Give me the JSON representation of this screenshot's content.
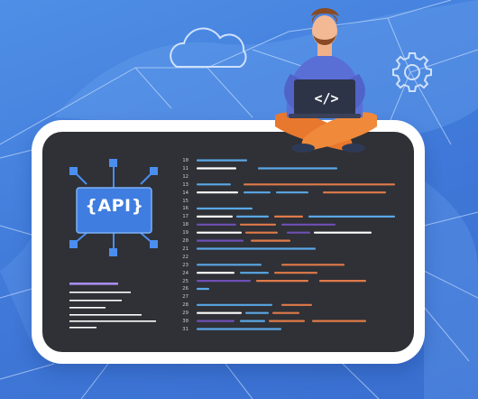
{
  "illustration": {
    "api_label": "{API}",
    "laptop_code_symbol": "</>",
    "line_numbers": [
      "10",
      "11",
      "12",
      "13",
      "14",
      "15",
      "16",
      "17",
      "18",
      "19",
      "20",
      "21",
      "22",
      "23",
      "24",
      "25",
      "26",
      "27",
      "28",
      "29",
      "30",
      "31"
    ],
    "icons": [
      "cloud-icon",
      "gear-icon",
      "api-chip-icon",
      "laptop-icon"
    ],
    "colors": {
      "background": "#4a86e0",
      "screen": "#2f3136",
      "api_block": "#3f7de0",
      "code_blue": "#5aa7e6",
      "code_orange": "#e07a4a",
      "code_purple": "#6f4fb6",
      "code_white": "#ffffff",
      "shirt": "#5a6fd6",
      "pants": "#e8782e",
      "hair": "#8a4a24"
    }
  }
}
